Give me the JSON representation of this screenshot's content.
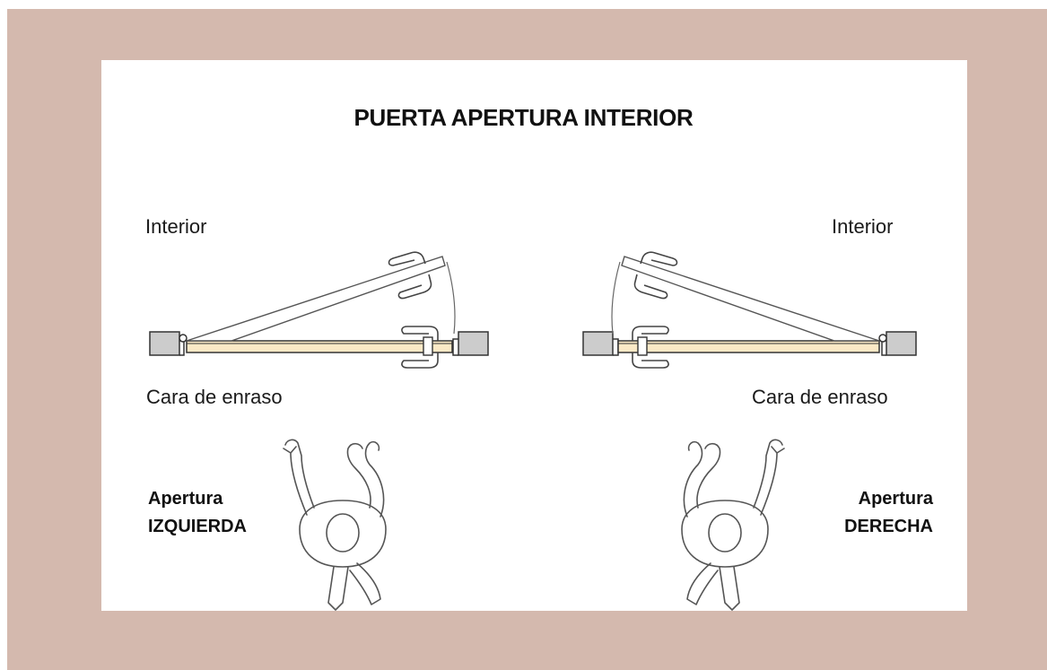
{
  "title": "PUERTA APERTURA INTERIOR",
  "left": {
    "interior_label": "Interior",
    "face_label": "Cara de enraso",
    "opening_line1": "Apertura",
    "opening_line2": "IZQUIERDA"
  },
  "right": {
    "interior_label": "Interior",
    "face_label": "Cara de enraso",
    "opening_line1": "Apertura",
    "opening_line2": "DERECHA"
  },
  "colors": {
    "frame": "#d4b9ae",
    "door_leaf": "#fbe9c6",
    "wall": "#cccccc"
  }
}
